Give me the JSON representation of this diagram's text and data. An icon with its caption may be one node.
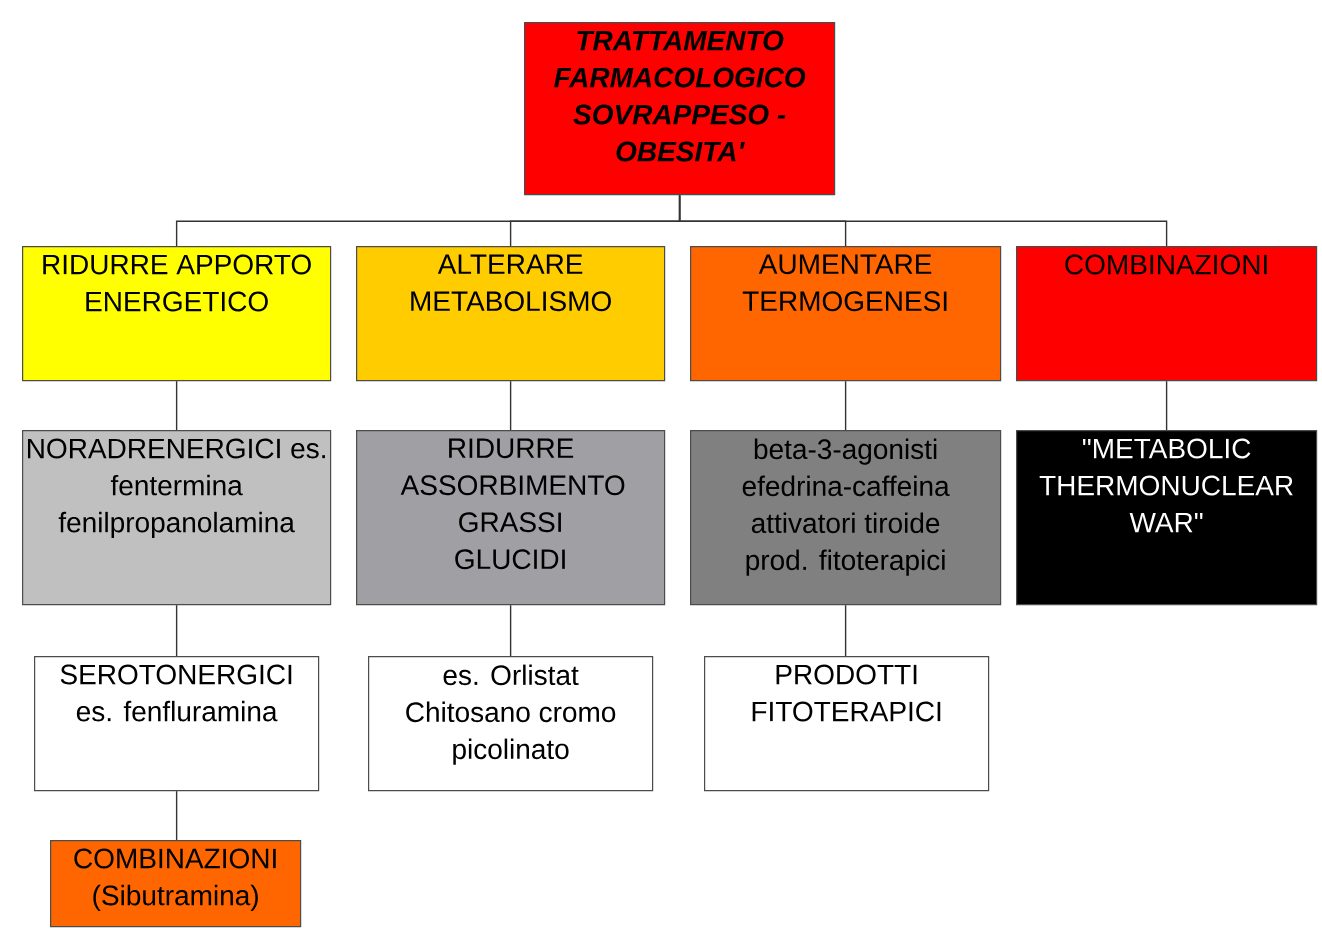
{
  "diagram": {
    "nodes": [
      {
        "text": [
          "TRATTAMENTO FARMACOLOGICO SOVRAPPESO - OBESITA'"
        ]
      },
      {
        "text": [
          "RIDURRE APPORTO ENERGETICO"
        ]
      },
      {
        "text": [
          "ALTERARE METABOLISMO"
        ]
      },
      {
        "text": [
          "AUMENTARE TERMOGENESI"
        ]
      },
      {
        "text": [
          "COMBINAZIONI"
        ]
      },
      {
        "text": [
          "NORADRENERGICI es. fentermina fenilpropanolamina"
        ]
      },
      {
        "text": [
          "RIDURRE ASSORBIMENTO GRASSI GLUCIDI"
        ]
      },
      {
        "text": [
          "beta-3-agonisti efedrina-caffeina attivatori tiroide prod. fitoterapici"
        ]
      },
      {
        "text": [
          "\"METABOLIC THERMONUCLEAR WAR\""
        ]
      },
      {
        "text": [
          "SEROTONERGICI es. fenfluramina"
        ]
      },
      {
        "text": [
          "es. Orlistat Chitosano cromo picolinato"
        ]
      },
      {
        "text": [
          "PRODOTTI FITOTERAPICI"
        ]
      },
      {
        "text": [
          "COMBINAZIONI (Sibutramina)"
        ]
      }
    ],
    "edges": [
      {
        "from": 0,
        "to": 1,
        "arrow": "none"
      },
      {
        "from": 0,
        "to": 2,
        "arrow": "none"
      },
      {
        "from": 0,
        "to": 3,
        "arrow": "none"
      },
      {
        "from": 0,
        "to": 4,
        "arrow": "none"
      },
      {
        "from": 1,
        "to": 5,
        "arrow": "none"
      },
      {
        "from": 2,
        "to": 6,
        "arrow": "none"
      },
      {
        "from": 3,
        "to": 7,
        "arrow": "none"
      },
      {
        "from": 4,
        "to": 8,
        "arrow": "none"
      },
      {
        "from": 5,
        "to": 9,
        "arrow": "none"
      },
      {
        "from": 6,
        "to": 10,
        "arrow": "none"
      },
      {
        "from": 7,
        "to": 11,
        "arrow": "none"
      },
      {
        "from": 9,
        "to": 12,
        "arrow": "none"
      }
    ]
  }
}
